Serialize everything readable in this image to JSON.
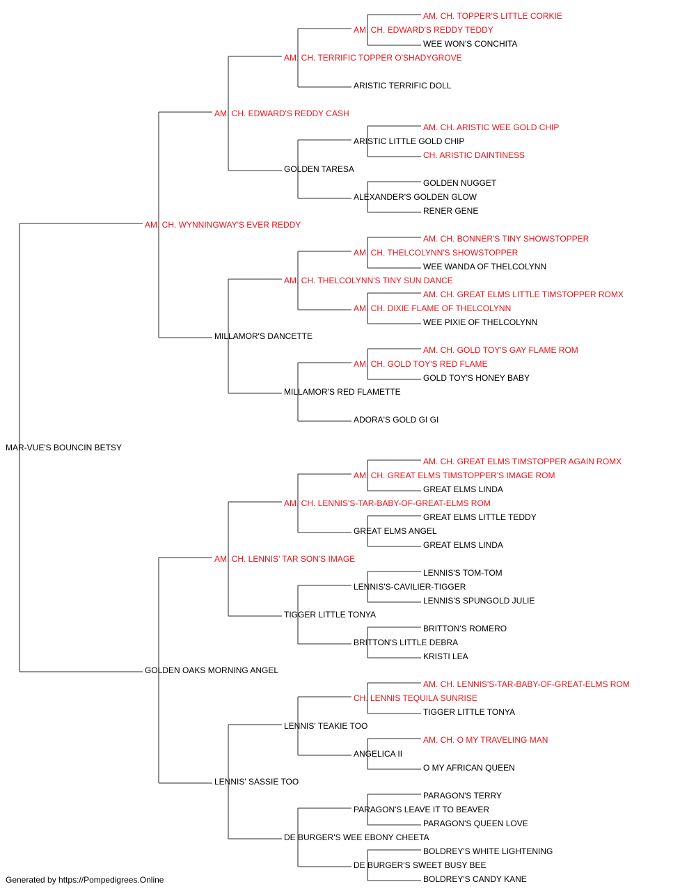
{
  "pedigree": {
    "subject": {
      "name": "MAR-VUE'S BOUNCIN BETSY",
      "champion": false
    },
    "sire": {
      "name": "AM. CH. WYNNINGWAY'S EVER REDDY",
      "champion": true,
      "sire": {
        "name": "AM. CH. EDWARD'S REDDY CASH",
        "champion": true,
        "sire": {
          "name": "AM. CH. TERRIFIC TOPPER O'SHADYGROVE",
          "champion": true,
          "sire": {
            "name": "AM. CH. EDWARD'S REDDY TEDDY",
            "champion": true,
            "sire": {
              "name": "AM. CH. TOPPER'S LITTLE CORKIE",
              "champion": true
            },
            "dam": {
              "name": "WEE WON'S CONCHITA",
              "champion": false
            }
          },
          "dam": {
            "name": "ARISTIC TERRIFIC DOLL",
            "champion": false
          }
        },
        "dam": {
          "name": "GOLDEN TARESA",
          "champion": false,
          "sire": {
            "name": "ARISTIC LITTLE GOLD CHIP",
            "champion": false,
            "sire": {
              "name": "AM. CH. ARISTIC WEE GOLD CHIP",
              "champion": true
            },
            "dam": {
              "name": "CH. ARISTIC DAINTINESS",
              "champion": true
            }
          },
          "dam": {
            "name": "ALEXANDER'S GOLDEN GLOW",
            "champion": false,
            "sire": {
              "name": "GOLDEN NUGGET",
              "champion": false
            },
            "dam": {
              "name": "RENER GENE",
              "champion": false
            }
          }
        }
      },
      "dam": {
        "name": "MILLAMOR'S DANCETTE",
        "champion": false,
        "sire": {
          "name": "AM. CH. THELCOLYNN'S TINY SUN DANCE",
          "champion": true,
          "sire": {
            "name": "AM. CH. THELCOLYNN'S SHOWSTOPPER",
            "champion": true,
            "sire": {
              "name": "AM. CH. BONNER'S TINY SHOWSTOPPER",
              "champion": true
            },
            "dam": {
              "name": "WEE WANDA OF THELCOLYNN",
              "champion": false
            }
          },
          "dam": {
            "name": "AM. CH. DIXIE FLAME OF THELCOLYNN",
            "champion": true,
            "sire": {
              "name": "AM. CH. GREAT ELMS LITTLE TIMSTOPPER ROMX",
              "champion": true
            },
            "dam": {
              "name": "WEE PIXIE OF THELCOLYNN",
              "champion": false
            }
          }
        },
        "dam": {
          "name": "MILLAMOR'S RED FLAMETTE",
          "champion": false,
          "sire": {
            "name": "AM. CH. GOLD TOY'S RED FLAME",
            "champion": true,
            "sire": {
              "name": "AM. CH. GOLD TOY'S GAY FLAME ROM",
              "champion": true
            },
            "dam": {
              "name": "GOLD TOY'S HONEY BABY",
              "champion": false
            }
          },
          "dam": {
            "name": "ADORA'S GOLD GI GI",
            "champion": false
          }
        }
      }
    },
    "dam": {
      "name": "GOLDEN OAKS MORNING ANGEL",
      "champion": false,
      "sire": {
        "name": "AM. CH. LENNIS' TAR SON'S IMAGE",
        "champion": true,
        "sire": {
          "name": "AM. CH. LENNIS'S-TAR-BABY-OF-GREAT-ELMS ROM",
          "champion": true,
          "sire": {
            "name": "AM. CH. GREAT ELMS TIMSTOPPER'S IMAGE ROM",
            "champion": true,
            "sire": {
              "name": "AM. CH. GREAT ELMS TIMSTOPPER AGAIN ROMX",
              "champion": true
            },
            "dam": {
              "name": "GREAT ELMS LINDA",
              "champion": false
            }
          },
          "dam": {
            "name": "GREAT ELMS ANGEL",
            "champion": false,
            "sire": {
              "name": "GREAT ELMS LITTLE TEDDY",
              "champion": false
            },
            "dam": {
              "name": "GREAT ELMS LINDA",
              "champion": false
            }
          }
        },
        "dam": {
          "name": "TIGGER LITTLE TONYA",
          "champion": false,
          "sire": {
            "name": "LENNIS'S-CAVILIER-TIGGER",
            "champion": false,
            "sire": {
              "name": "LENNIS'S TOM-TOM",
              "champion": false
            },
            "dam": {
              "name": "LENNIS'S SPUNGOLD JULIE",
              "champion": false
            }
          },
          "dam": {
            "name": "BRITTON'S LITTLE DEBRA",
            "champion": false,
            "sire": {
              "name": "BRITTON'S ROMERO",
              "champion": false
            },
            "dam": {
              "name": "KRISTI LEA",
              "champion": false
            }
          }
        }
      },
      "dam": {
        "name": "LENNIS' SASSIE TOO",
        "champion": false,
        "sire": {
          "name": "LENNIS' TEAKIE TOO",
          "champion": false,
          "sire": {
            "name": "CH. LENNIS TEQUILA SUNRISE",
            "champion": true,
            "sire": {
              "name": "AM. CH. LENNIS'S-TAR-BABY-OF-GREAT-ELMS ROM",
              "champion": true
            },
            "dam": {
              "name": "TIGGER LITTLE TONYA",
              "champion": false
            }
          },
          "dam": {
            "name": "ANGELICA II",
            "champion": false,
            "sire": {
              "name": "AM. CH. O MY TRAVELING MAN",
              "champion": true
            },
            "dam": {
              "name": "O MY AFRICAN QUEEN",
              "champion": false
            }
          }
        },
        "dam": {
          "name": "DE BURGER'S WEE EBONY CHEETA",
          "champion": false,
          "sire": {
            "name": "PARAGON'S LEAVE IT TO BEAVER",
            "champion": false,
            "sire": {
              "name": "PARAGON'S TERRY",
              "champion": false
            },
            "dam": {
              "name": "PARAGON'S QUEEN LOVE",
              "champion": false
            }
          },
          "dam": {
            "name": "DE BURGER'S SWEET BUSY BEE",
            "champion": false,
            "sire": {
              "name": "BOLDREY'S WHITE LIGHTENING",
              "champion": false
            },
            "dam": {
              "name": "BOLDREY'S CANDY KANE",
              "champion": false
            }
          }
        }
      }
    }
  },
  "footer": "Generated by https://Pompedigrees.Online",
  "colors": {
    "champion": "#e8141b",
    "regular": "#000000",
    "line": "#555555"
  }
}
